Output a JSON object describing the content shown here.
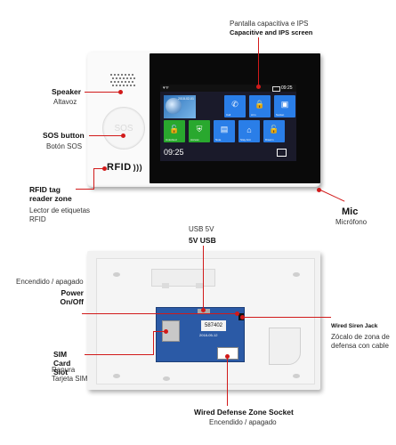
{
  "callouts": {
    "screen_es": "Pantalla capacitiva e IPS",
    "screen_en": "Capacitive and IPS screen",
    "speaker_en": "Speaker",
    "speaker_es": "Altavoz",
    "sos_en": "SOS button",
    "sos_es": "Botón SOS",
    "rfid_en": "RFID tag reader zone",
    "rfid_es": "Lector de etiquetas RFID",
    "mic_en": "Mic",
    "mic_es": "Micrófono",
    "usb_es": "USB 5V",
    "usb_en": "5V USB",
    "power_es": "Encendido / apagado",
    "power_en": "Power On/Off",
    "siren_en": "Wired Siren Jack",
    "siren_es": "Zócalo de zona de defensa con cable",
    "sim_en": "SIM Card Slot",
    "sim_es": "Ranura Tarjeta SIM",
    "zone_en": "Wired Defense Zone Socket",
    "zone_es": "Encendido / apagado"
  },
  "device": {
    "rfid_label": "RFID",
    "sos_label": "SOS",
    "status_time": "09:25",
    "big_time": "09:25",
    "clock_date": "2018-02-01",
    "pcb_sticker": "587402",
    "pcb_date": "2018-05-12"
  },
  "tiles": [
    {
      "label": "Call",
      "icon": "phone-icon",
      "color": "#2a7ee8"
    },
    {
      "label": "Arm",
      "icon": "lock-icon",
      "color": "#2a7ee8"
    },
    {
      "label": "Socket",
      "icon": "socket-icon",
      "color": "#2a7ee8"
    },
    {
      "label": "Unlocked",
      "icon": "unlock-icon",
      "color": "#29a82e"
    },
    {
      "label": "Access",
      "icon": "shield-icon",
      "color": "#29a82e"
    },
    {
      "label": "Note",
      "icon": "note-icon",
      "color": "#2a7ee8"
    },
    {
      "label": "Stay Arm",
      "icon": "home-icon",
      "color": "#2a7ee8"
    },
    {
      "label": "Disarm",
      "icon": "unlock-icon",
      "color": "#2a7ee8"
    }
  ],
  "colors": {
    "accent": "#d11a1a",
    "tile_blue": "#2a7ee8",
    "tile_green": "#29a82e"
  }
}
